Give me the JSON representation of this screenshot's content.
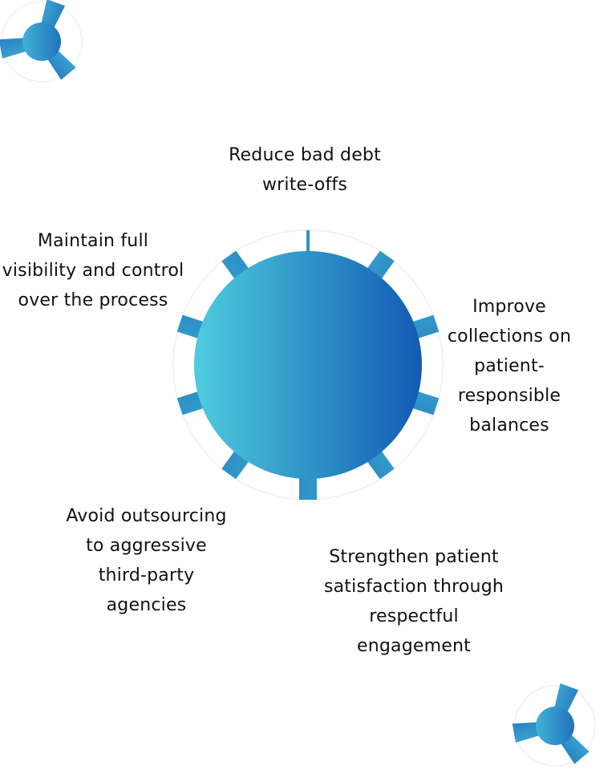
{
  "colors": {
    "gradient_start": "#55d6e2",
    "gradient_end": "#0d4fb0",
    "ring": "#eceff3"
  },
  "logo_icon": "three-blade-fan-icon",
  "labels": {
    "top": "Reduce bad debt write-offs",
    "top_left": "Maintain full visibility and control over the process",
    "right": "Improve collections on patient-responsible balances",
    "bottom_left": "Avoid outsourcing to aggressive third-party agencies",
    "bottom_right": "Strengthen patient satisfaction through respectful engagement"
  }
}
